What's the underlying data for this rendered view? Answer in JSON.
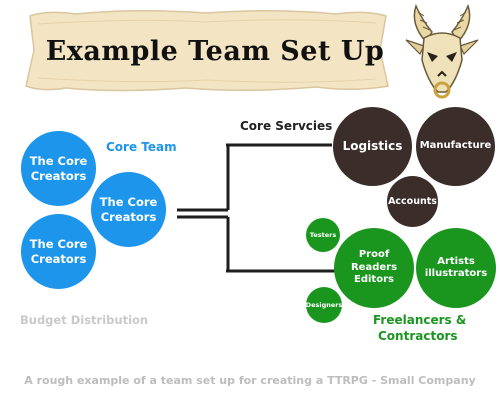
{
  "banner": {
    "title": "Example Team Set Up"
  },
  "core_team": {
    "label": "Core Team",
    "members": [
      "The Core Creators",
      "The Core Creators",
      "The Core Creators"
    ]
  },
  "core_services": {
    "label": "Core Servcies",
    "items": [
      "Logistics",
      "Manufacture",
      "Accounts"
    ]
  },
  "freelancers": {
    "label_line1": "Freelancers &",
    "label_line2": "Contractors",
    "items": [
      "Testers",
      "Proof Readers Editors",
      "Artists illustrators",
      "Designers"
    ]
  },
  "budget_label": "Budget Distribution",
  "caption": "A rough example of a team set up for creating a TTRPG - Small Company",
  "colors": {
    "blue": "#1c95eb",
    "dark": "#3b2e2a",
    "green": "#1a961f",
    "budget_text": "#c9c9c9",
    "caption_text": "#bdbdbd",
    "banner_fill": "#f3e4c4"
  },
  "logo_icon": "goat-skull-icon"
}
